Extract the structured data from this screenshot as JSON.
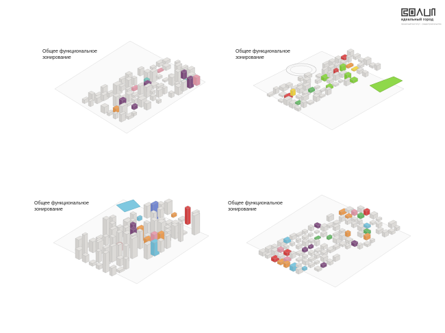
{
  "logo": {
    "title": "идеальный город",
    "subtitle": "проектный институт · градостроительство"
  },
  "panels": [
    {
      "label": "Общее функциональное зонирование",
      "accent": [
        "#f0a35a",
        "#8a5a8a",
        "#e8a0b0",
        "#7ec8c0"
      ]
    },
    {
      "label": "Общее функциональное зонирование",
      "accent": [
        "#f5d84a",
        "#f0a050",
        "#e05050",
        "#8fd84a",
        "#6fbf6f"
      ]
    },
    {
      "label": "Общее функциональное зонирование",
      "accent": [
        "#f0a35a",
        "#7b8fd8",
        "#e05050",
        "#8fd84a",
        "#e8a0b0",
        "#8a5a8a",
        "#7ec8e0"
      ]
    },
    {
      "label": "Общее функциональное зонирование",
      "accent": [
        "#f0a35a",
        "#e05050",
        "#e8a0b0",
        "#6fbf6f",
        "#7ec8e0",
        "#8a5a8a"
      ]
    }
  ]
}
